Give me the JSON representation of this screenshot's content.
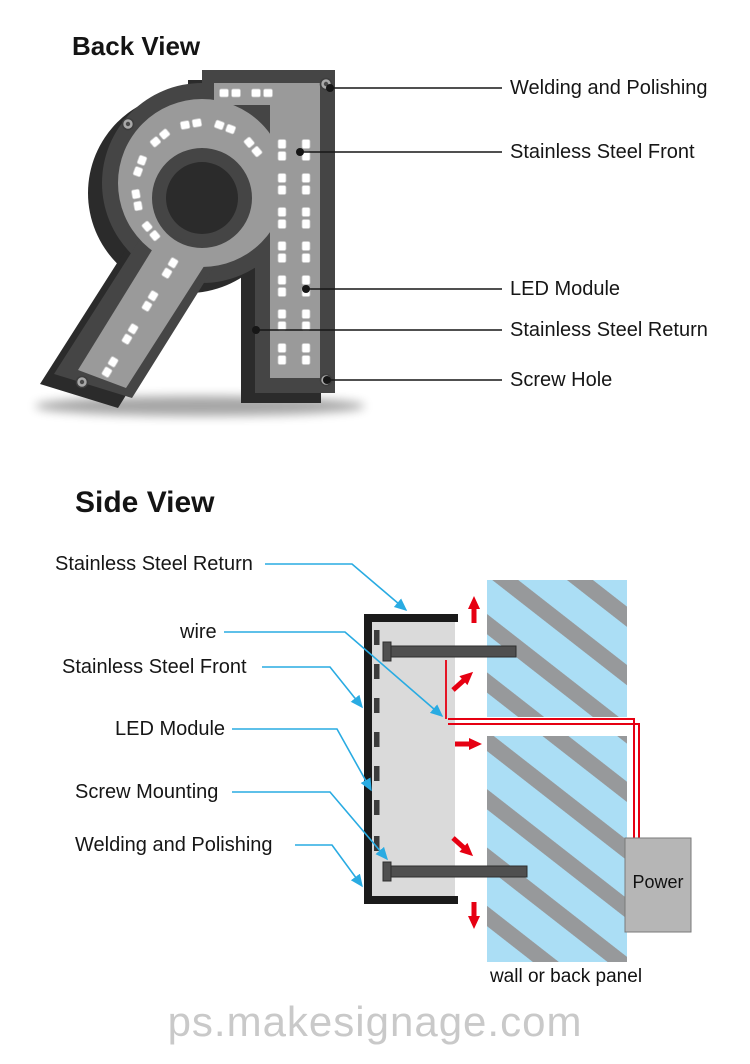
{
  "back_view": {
    "title": "Back View",
    "labels": {
      "welding": "Welding and Polishing",
      "front": "Stainless Steel Front",
      "led": "LED Module",
      "return": "Stainless Steel Return",
      "screw": "Screw Hole"
    }
  },
  "side_view": {
    "title": "Side View",
    "labels": {
      "return": "Stainless Steel Return",
      "wire": "wire",
      "front": "Stainless Steel Front",
      "led": "LED Module",
      "screw": "Screw Mounting",
      "welding": "Welding and Polishing"
    },
    "power": "Power",
    "wall": "wall or back panel"
  },
  "watermark": "ps.makesignage.com",
  "colors": {
    "leader_line": "#29abe2",
    "callout_line": "#161616",
    "arrow_red": "#e60012",
    "wall_blue": "#abdef5",
    "stripe_gray": "#97999b",
    "letter_body": "#454545",
    "letter_extrusion": "#2b2b2b",
    "letter_face": "#9a9a9a",
    "cross_section_fill": "#dadada",
    "power_box": "#b6b6b6"
  }
}
